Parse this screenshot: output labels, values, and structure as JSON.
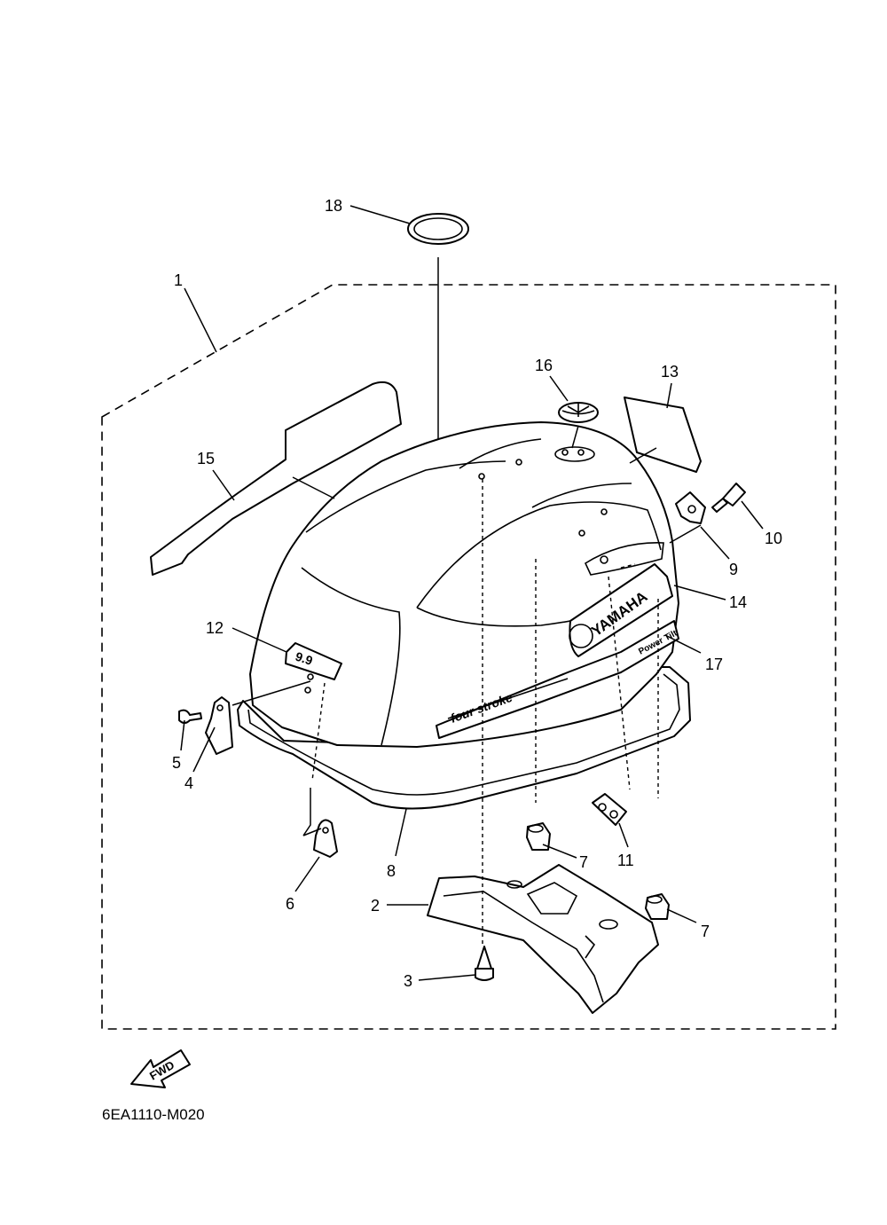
{
  "diagram_code": "6EA1110-M020",
  "fwd_label": "FWD",
  "decals": {
    "brand": "YAMAHA",
    "stroke": "four stroke",
    "power": "Power Tilt",
    "hp": "9.9"
  },
  "callouts": {
    "c1": "1",
    "c2": "2",
    "c3": "3",
    "c4": "4",
    "c5": "5",
    "c6": "6",
    "c7a": "7",
    "c7b": "7",
    "c8": "8",
    "c9": "9",
    "c10": "10",
    "c11": "11",
    "c12": "12",
    "c13": "13",
    "c14": "14",
    "c15": "15",
    "c16": "16",
    "c17": "17",
    "c18": "18"
  }
}
